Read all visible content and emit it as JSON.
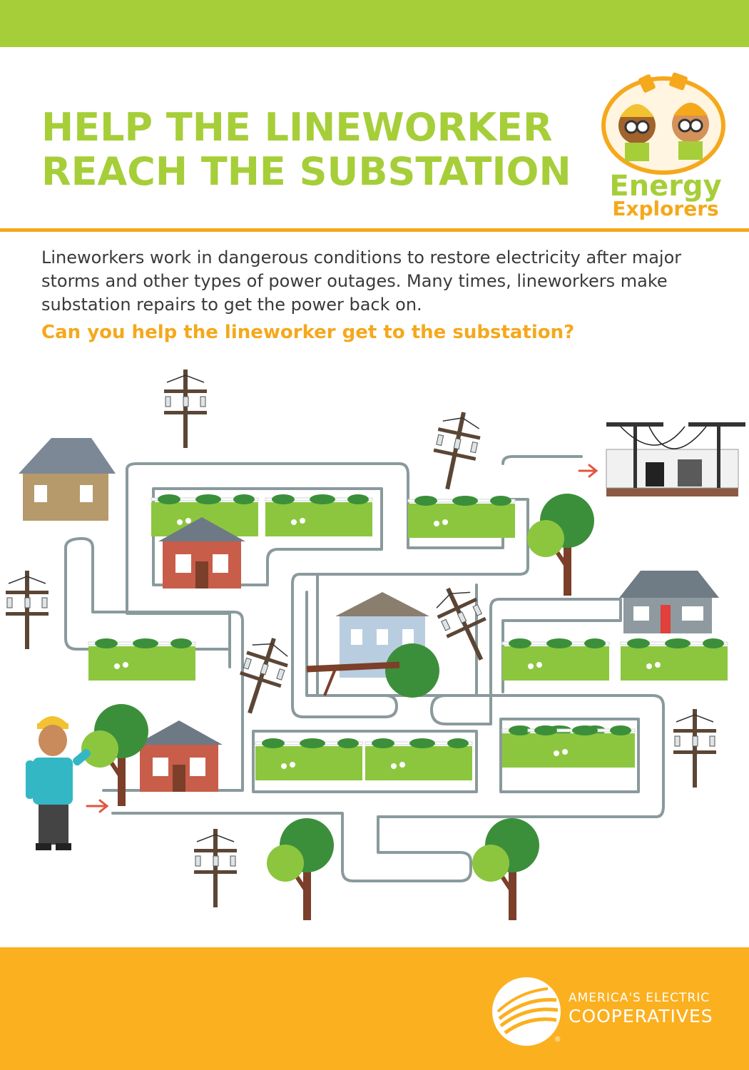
{
  "header": {
    "title_line1": "HELP THE LINEWORKER",
    "title_line2": "REACH THE SUBSTATION"
  },
  "logo": {
    "word1": "Energy",
    "word2": "Explorers"
  },
  "intro": {
    "text": "Lineworkers work in dangerous conditions to restore electricity after major storms and other types of power outages. Many times, lineworkers make substation repairs to get the power back on.",
    "question": "Can you help the lineworker get to the substation?"
  },
  "footer": {
    "org_line1": "AMERICA'S ELECTRIC",
    "org_line2": "COOPERATIVES",
    "registered": "®"
  },
  "colors": {
    "brand_green": "#a6ce39",
    "brand_orange": "#f5a81c",
    "footer_orange": "#fbb01f",
    "maze_path": "#8a9a9c",
    "grass": "#8cc63f",
    "arrow_red": "#e2553f"
  },
  "icons": [
    "power-pole-icon",
    "house-icon",
    "tree-icon",
    "substation-icon",
    "lineworker-icon",
    "arrow-icon",
    "coop-logo-icon"
  ]
}
